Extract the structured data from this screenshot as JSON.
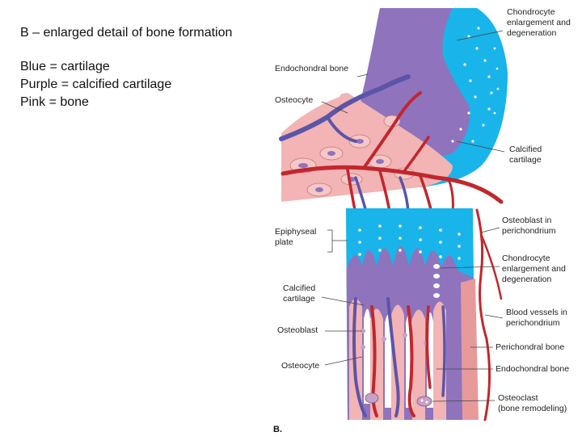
{
  "title": "B – enlarged detail of bone formation",
  "legend": [
    "Blue = cartilage",
    "Purple = calcified cartilage",
    "Pink = bone"
  ],
  "colors": {
    "cartilage": "#19b4ea",
    "calcified_cartilage": "#8f73bd",
    "bone": "#f2b4b4",
    "vessel_red": "#c1272d",
    "vessel_purple": "#5b55a8"
  },
  "labels": {
    "chondrocyte_top_1": "Chondrocyte",
    "chondrocyte_top_2": "enlargement and",
    "chondrocyte_top_3": "degeneration",
    "endochondral_bone_top": "Endochondral bone",
    "osteocyte_top": "Osteocyte",
    "calcified_cartilage_right_1": "Calcified",
    "calcified_cartilage_right_2": "cartilage",
    "osteoblast_perichondrium_1": "Osteoblast in",
    "osteoblast_perichondrium_2": "perichondrium",
    "epiphyseal_plate_1": "Epiphyseal",
    "epiphyseal_plate_2": "plate",
    "chondrocyte_mid_1": "Chondrocyte",
    "chondrocyte_mid_2": "enlargement and",
    "chondrocyte_mid_3": "degeneration",
    "calcified_cartilage_left_1": "Calcified",
    "calcified_cartilage_left_2": "cartilage",
    "blood_vessels_1": "Blood vessels in",
    "blood_vessels_2": "perichondrium",
    "osteoblast": "Osteoblast",
    "perichondral_bone": "Perichondral bone",
    "osteocyte_bottom": "Osteocyte",
    "endochondral_bone_bottom": "Endochondral bone",
    "osteoclast_1": "Osteoclast",
    "osteoclast_2": "(bone remodeling)",
    "panel_letter": "B."
  }
}
